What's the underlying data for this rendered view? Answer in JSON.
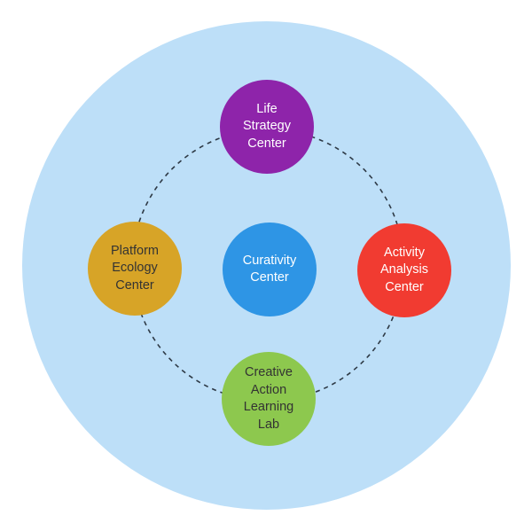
{
  "diagram": {
    "outer_circle": {
      "description": "ecosystem background circle",
      "color": "#BDDFF8"
    },
    "orbit_ring": {
      "style": "dashed",
      "color": "#2E3A46"
    },
    "nodes": [
      {
        "id": "curativity-center",
        "label": "Curativity Center",
        "lines": [
          "Curativity",
          "Center"
        ],
        "color": "#2E95E5",
        "text_color": "#FFFFFF",
        "position": "center"
      },
      {
        "id": "life-strategy-center",
        "label": "Life Strategy Center",
        "lines": [
          "Life",
          "Strategy",
          "Center"
        ],
        "color": "#8E24AA",
        "text_color": "#FFFFFF",
        "position": "top"
      },
      {
        "id": "platform-ecology-center",
        "label": "Platform Ecology Center",
        "lines": [
          "Platform",
          "Ecology",
          "Center"
        ],
        "color": "#D7A427",
        "text_color": "#333333",
        "position": "left"
      },
      {
        "id": "activity-analysis-center",
        "label": "Activity Analysis Center",
        "lines": [
          "Activity",
          "Analysis",
          "Center"
        ],
        "color": "#F13B31",
        "text_color": "#FFFFFF",
        "position": "right"
      },
      {
        "id": "creative-action-learning-lab",
        "label": "Creative Action Learning Lab",
        "lines": [
          "Creative",
          "Action",
          "Learning",
          "Lab"
        ],
        "color": "#8DC84E",
        "text_color": "#333333",
        "position": "bottom"
      }
    ]
  }
}
